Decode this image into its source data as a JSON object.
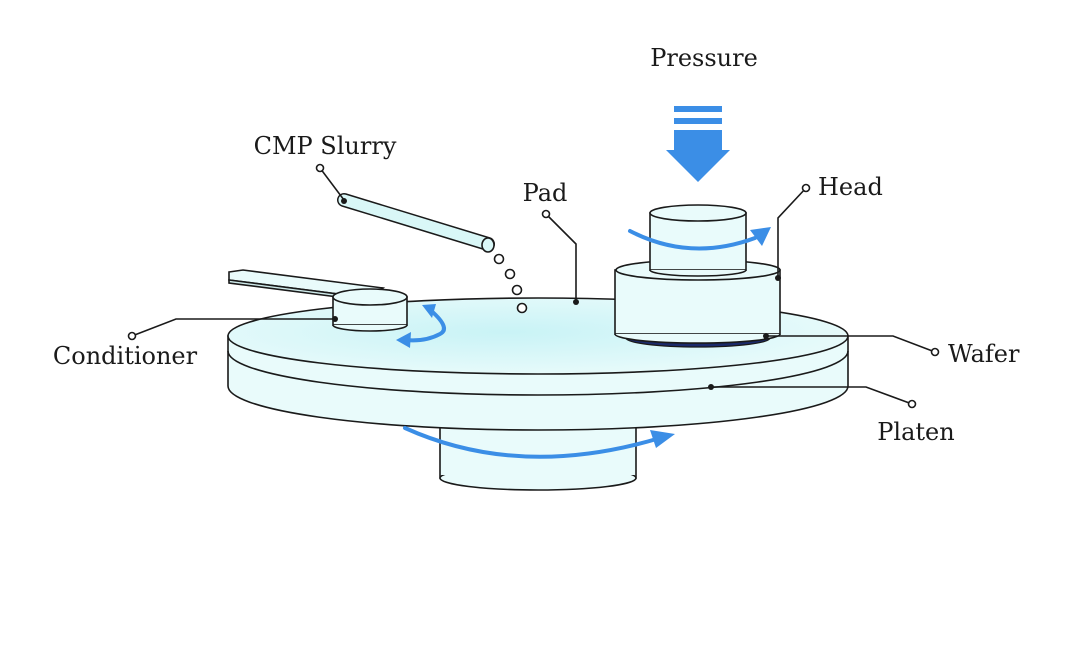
{
  "labels": {
    "pressure": "Pressure",
    "cmp_slurry": "CMP Slurry",
    "pad": "Pad",
    "head": "Head",
    "conditioner": "Conditioner",
    "wafer": "Wafer",
    "platen": "Platen"
  },
  "colors": {
    "arrow": "#3b8ee6",
    "pad_fill": "#d6f6f6",
    "body_fill": "#e8fbfb",
    "wafer": "#1b2a6b",
    "outline": "#1a1a1a"
  },
  "icons": {
    "pressure": "down-arrow-with-bars-icon",
    "rotation": "curved-rotation-arrow-icon"
  }
}
